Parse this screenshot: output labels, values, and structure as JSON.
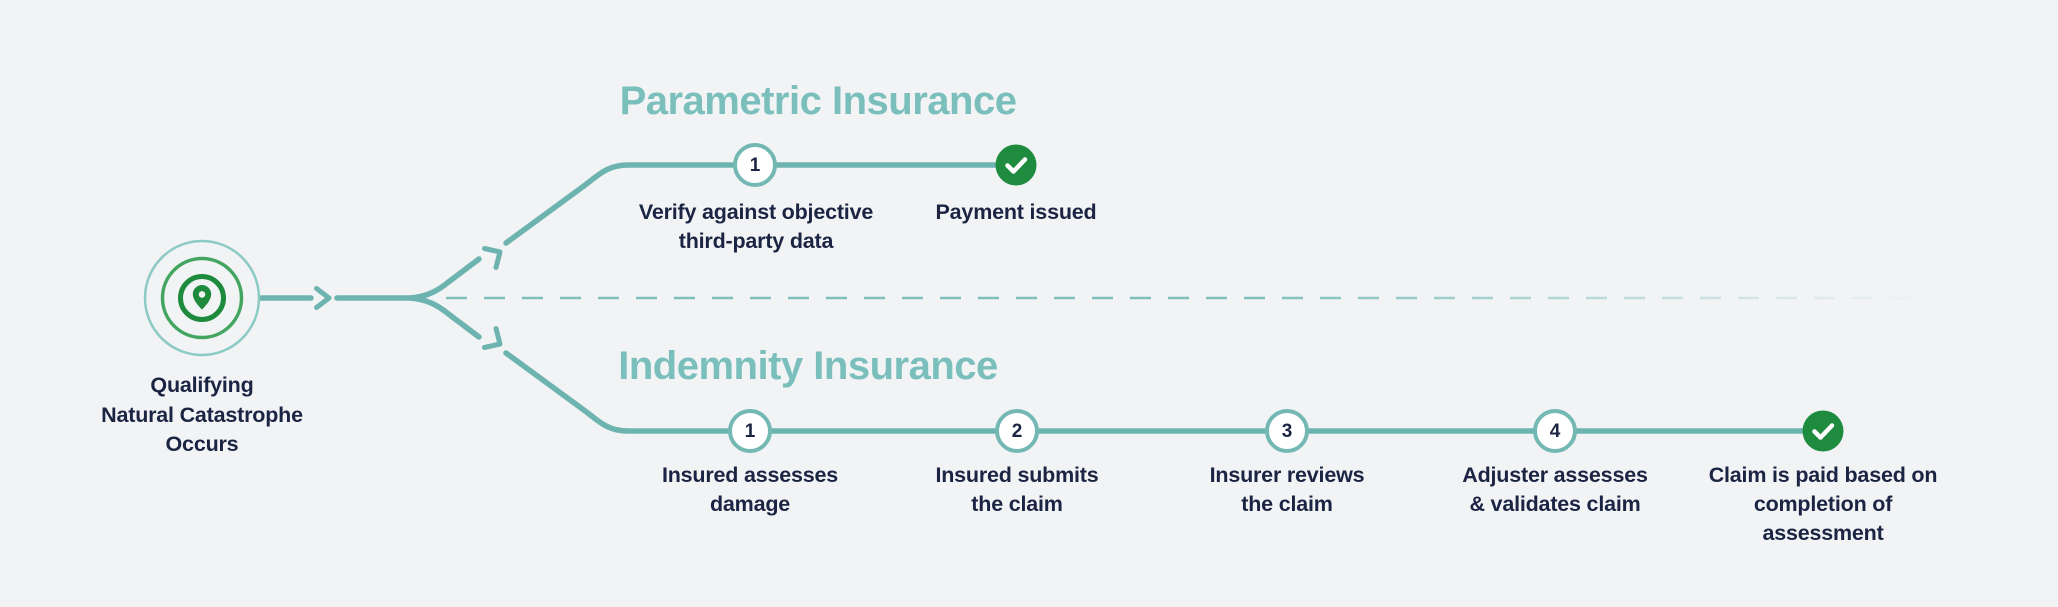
{
  "colors": {
    "background": "#f2f3f5",
    "line_teal": "#6db4b0",
    "step_ring_teal": "#74b8b4",
    "title_teal": "#7abfbb",
    "success_green": "#1e8b3e",
    "icon_green": "#1d8a3c",
    "text_navy": "#1b2543"
  },
  "source": {
    "label": "Qualifying\nNatural Catastrophe\nOccurs",
    "icon": "location-pin-target-icon"
  },
  "flows": {
    "parametric": {
      "title": "Parametric Insurance",
      "steps": [
        {
          "number": "1",
          "label": "Verify against objective\nthird-party data"
        }
      ],
      "outcome": {
        "icon": "check-icon",
        "label": "Payment issued"
      }
    },
    "indemnity": {
      "title": "Indemnity Insurance",
      "steps": [
        {
          "number": "1",
          "label": "Insured assesses\ndamage"
        },
        {
          "number": "2",
          "label": "Insured submits\nthe claim"
        },
        {
          "number": "3",
          "label": "Insurer reviews\nthe claim"
        },
        {
          "number": "4",
          "label": "Adjuster assesses\n& validates claim"
        }
      ],
      "outcome": {
        "icon": "check-icon",
        "label": "Claim is paid based on\ncompletion of assessment"
      }
    }
  }
}
